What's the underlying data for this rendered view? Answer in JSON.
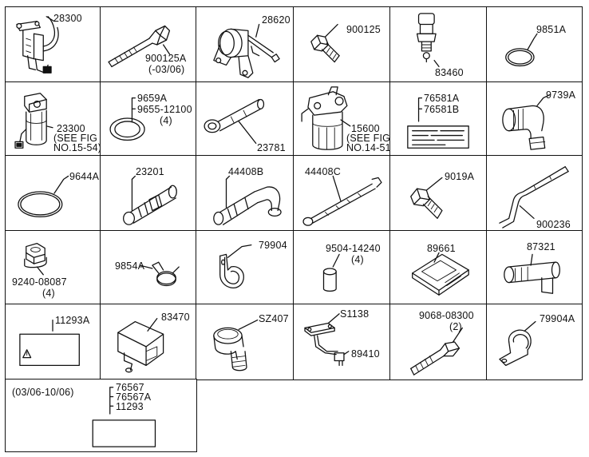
{
  "cells": [
    {
      "id": "c00",
      "labels": [
        "28300"
      ]
    },
    {
      "id": "c01",
      "labels": [
        "900125A",
        "(-03/06)"
      ]
    },
    {
      "id": "c02",
      "labels": [
        "28620"
      ]
    },
    {
      "id": "c03",
      "labels": [
        "900125"
      ]
    },
    {
      "id": "c04",
      "labels": [
        "83460"
      ]
    },
    {
      "id": "c05",
      "labels": [
        "9851A"
      ]
    },
    {
      "id": "c10",
      "labels": [
        "23300",
        "(SEE FIG",
        "NO.15-54)"
      ]
    },
    {
      "id": "c11",
      "labels": [
        "9659A",
        "9655-12100",
        "(4)"
      ]
    },
    {
      "id": "c12",
      "labels": [
        "23781"
      ]
    },
    {
      "id": "c13",
      "labels": [
        "15600",
        "(SEE FIG",
        "NO.14-51)"
      ]
    },
    {
      "id": "c14",
      "labels": [
        "76581A",
        "76581B"
      ]
    },
    {
      "id": "c15",
      "labels": [
        "9739A"
      ]
    },
    {
      "id": "c20",
      "labels": [
        "9644A"
      ]
    },
    {
      "id": "c21",
      "labels": [
        "23201"
      ]
    },
    {
      "id": "c22",
      "labels": [
        "44408B"
      ]
    },
    {
      "id": "c23",
      "labels": [
        "44408C"
      ]
    },
    {
      "id": "c24",
      "labels": [
        "9019A"
      ]
    },
    {
      "id": "c25",
      "labels": [
        "900236"
      ]
    },
    {
      "id": "c30",
      "labels": [
        "9240-08087",
        "(4)"
      ]
    },
    {
      "id": "c31",
      "labels": [
        "9854A"
      ]
    },
    {
      "id": "c32",
      "labels": [
        "79904"
      ]
    },
    {
      "id": "c33",
      "labels": [
        "9504-14240",
        "(4)"
      ]
    },
    {
      "id": "c34",
      "labels": [
        "89661"
      ]
    },
    {
      "id": "c35",
      "labels": [
        "87321"
      ]
    },
    {
      "id": "c40",
      "labels": [
        "11293A"
      ]
    },
    {
      "id": "c41",
      "labels": [
        "83470"
      ]
    },
    {
      "id": "c42",
      "labels": [
        "SZ407"
      ]
    },
    {
      "id": "c43",
      "labels": [
        "S1138",
        "89410"
      ]
    },
    {
      "id": "c44",
      "labels": [
        "9068-08300",
        "(2)"
      ]
    },
    {
      "id": "c45",
      "labels": [
        "79904A"
      ]
    },
    {
      "id": "c50",
      "labels": [
        "(03/06-10/06)",
        "76567",
        "76567A",
        "11293"
      ]
    }
  ]
}
